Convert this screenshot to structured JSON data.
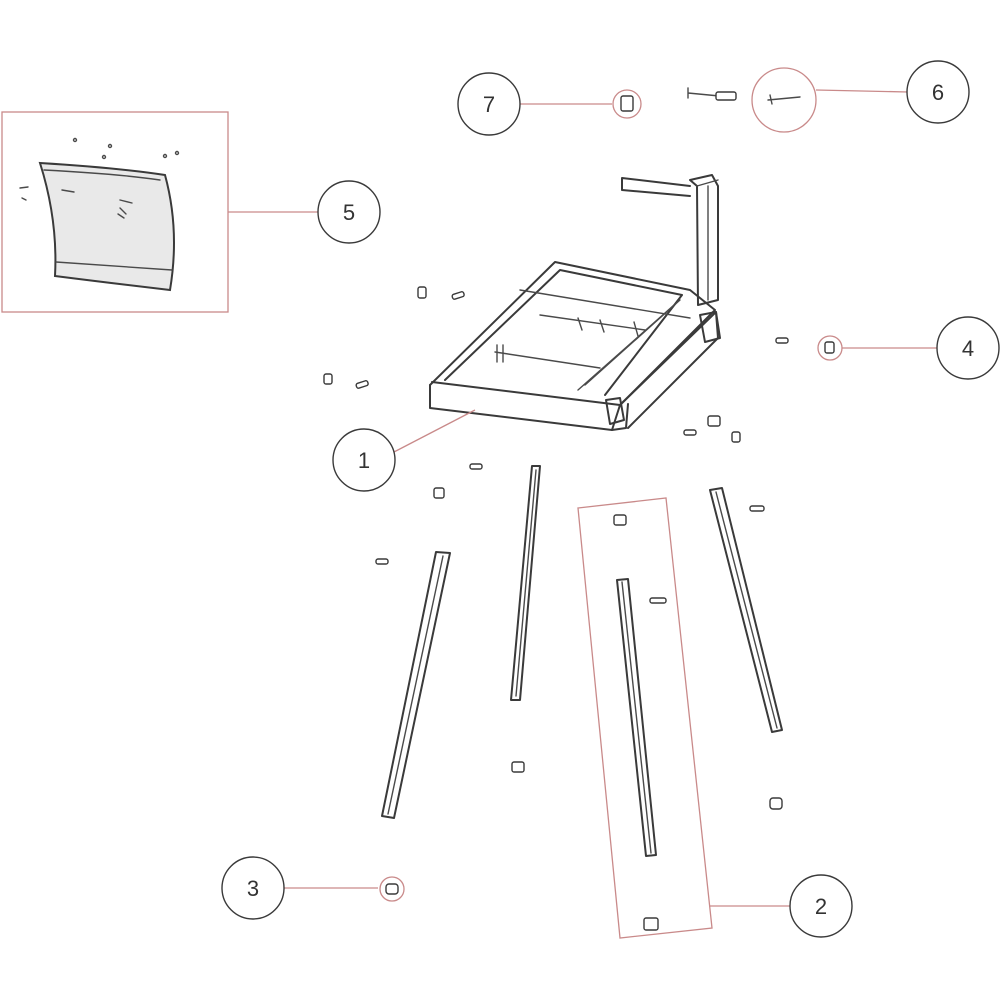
{
  "callouts": [
    {
      "id": "1",
      "label": "1"
    },
    {
      "id": "2",
      "label": "2"
    },
    {
      "id": "3",
      "label": "3"
    },
    {
      "id": "4",
      "label": "4"
    },
    {
      "id": "5",
      "label": "5"
    },
    {
      "id": "6",
      "label": "6"
    },
    {
      "id": "7",
      "label": "7"
    }
  ],
  "colors": {
    "line": "#3a3a3a",
    "leader_accent": "#c98a8a",
    "background": "#ffffff"
  }
}
